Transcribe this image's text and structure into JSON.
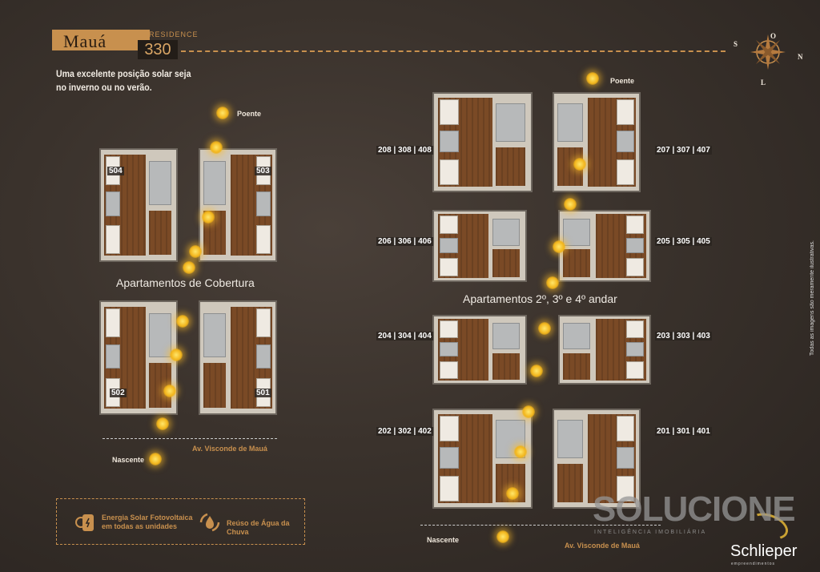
{
  "brand": {
    "name": "Mauá",
    "residence": "RESIDENCE",
    "number": "330"
  },
  "tagline": [
    "Uma excelente posição solar seja",
    "no inverno ou no verão."
  ],
  "compass": {
    "n": "N",
    "s": "S",
    "l": "L",
    "o": "O"
  },
  "left": {
    "poente": "Poente",
    "heading": "Apartamentos de Cobertura",
    "street": "Av. Visconde de Mauá",
    "nascente": "Nascente",
    "units": {
      "u504": "504",
      "u503": "503",
      "u502": "502",
      "u501": "501"
    }
  },
  "right": {
    "poente": "Poente",
    "heading": "Apartamentos 2º, 3º e 4º andar",
    "street": "Av. Visconde de Mauá",
    "nascente": "Nascente",
    "units": {
      "a": "208 | 308 | 408",
      "b": "207 | 307 | 407",
      "c": "206 | 306 | 406",
      "d": "205 | 305 | 405",
      "e": "204 | 304 | 404",
      "f": "203 | 303 | 403",
      "g": "202 | 302 | 402",
      "h": "201 | 301 | 401"
    }
  },
  "legend": {
    "solar_line1": "Energia Solar Fotovoltaica",
    "solar_line2": "em todas as unidades",
    "rain": "Reúso de Água da Chuva"
  },
  "watermark": {
    "name": "SOLUCIONE",
    "tag": "INTELIGÊNCIA IMOBILIÁRIA"
  },
  "developer": {
    "name": "Schlieper",
    "tag": "empreendimentos"
  },
  "disclaimer": "Todas as imagens são meramente ilustrativas.",
  "colors": {
    "accent": "#c8904e",
    "background": "#3a322c"
  }
}
